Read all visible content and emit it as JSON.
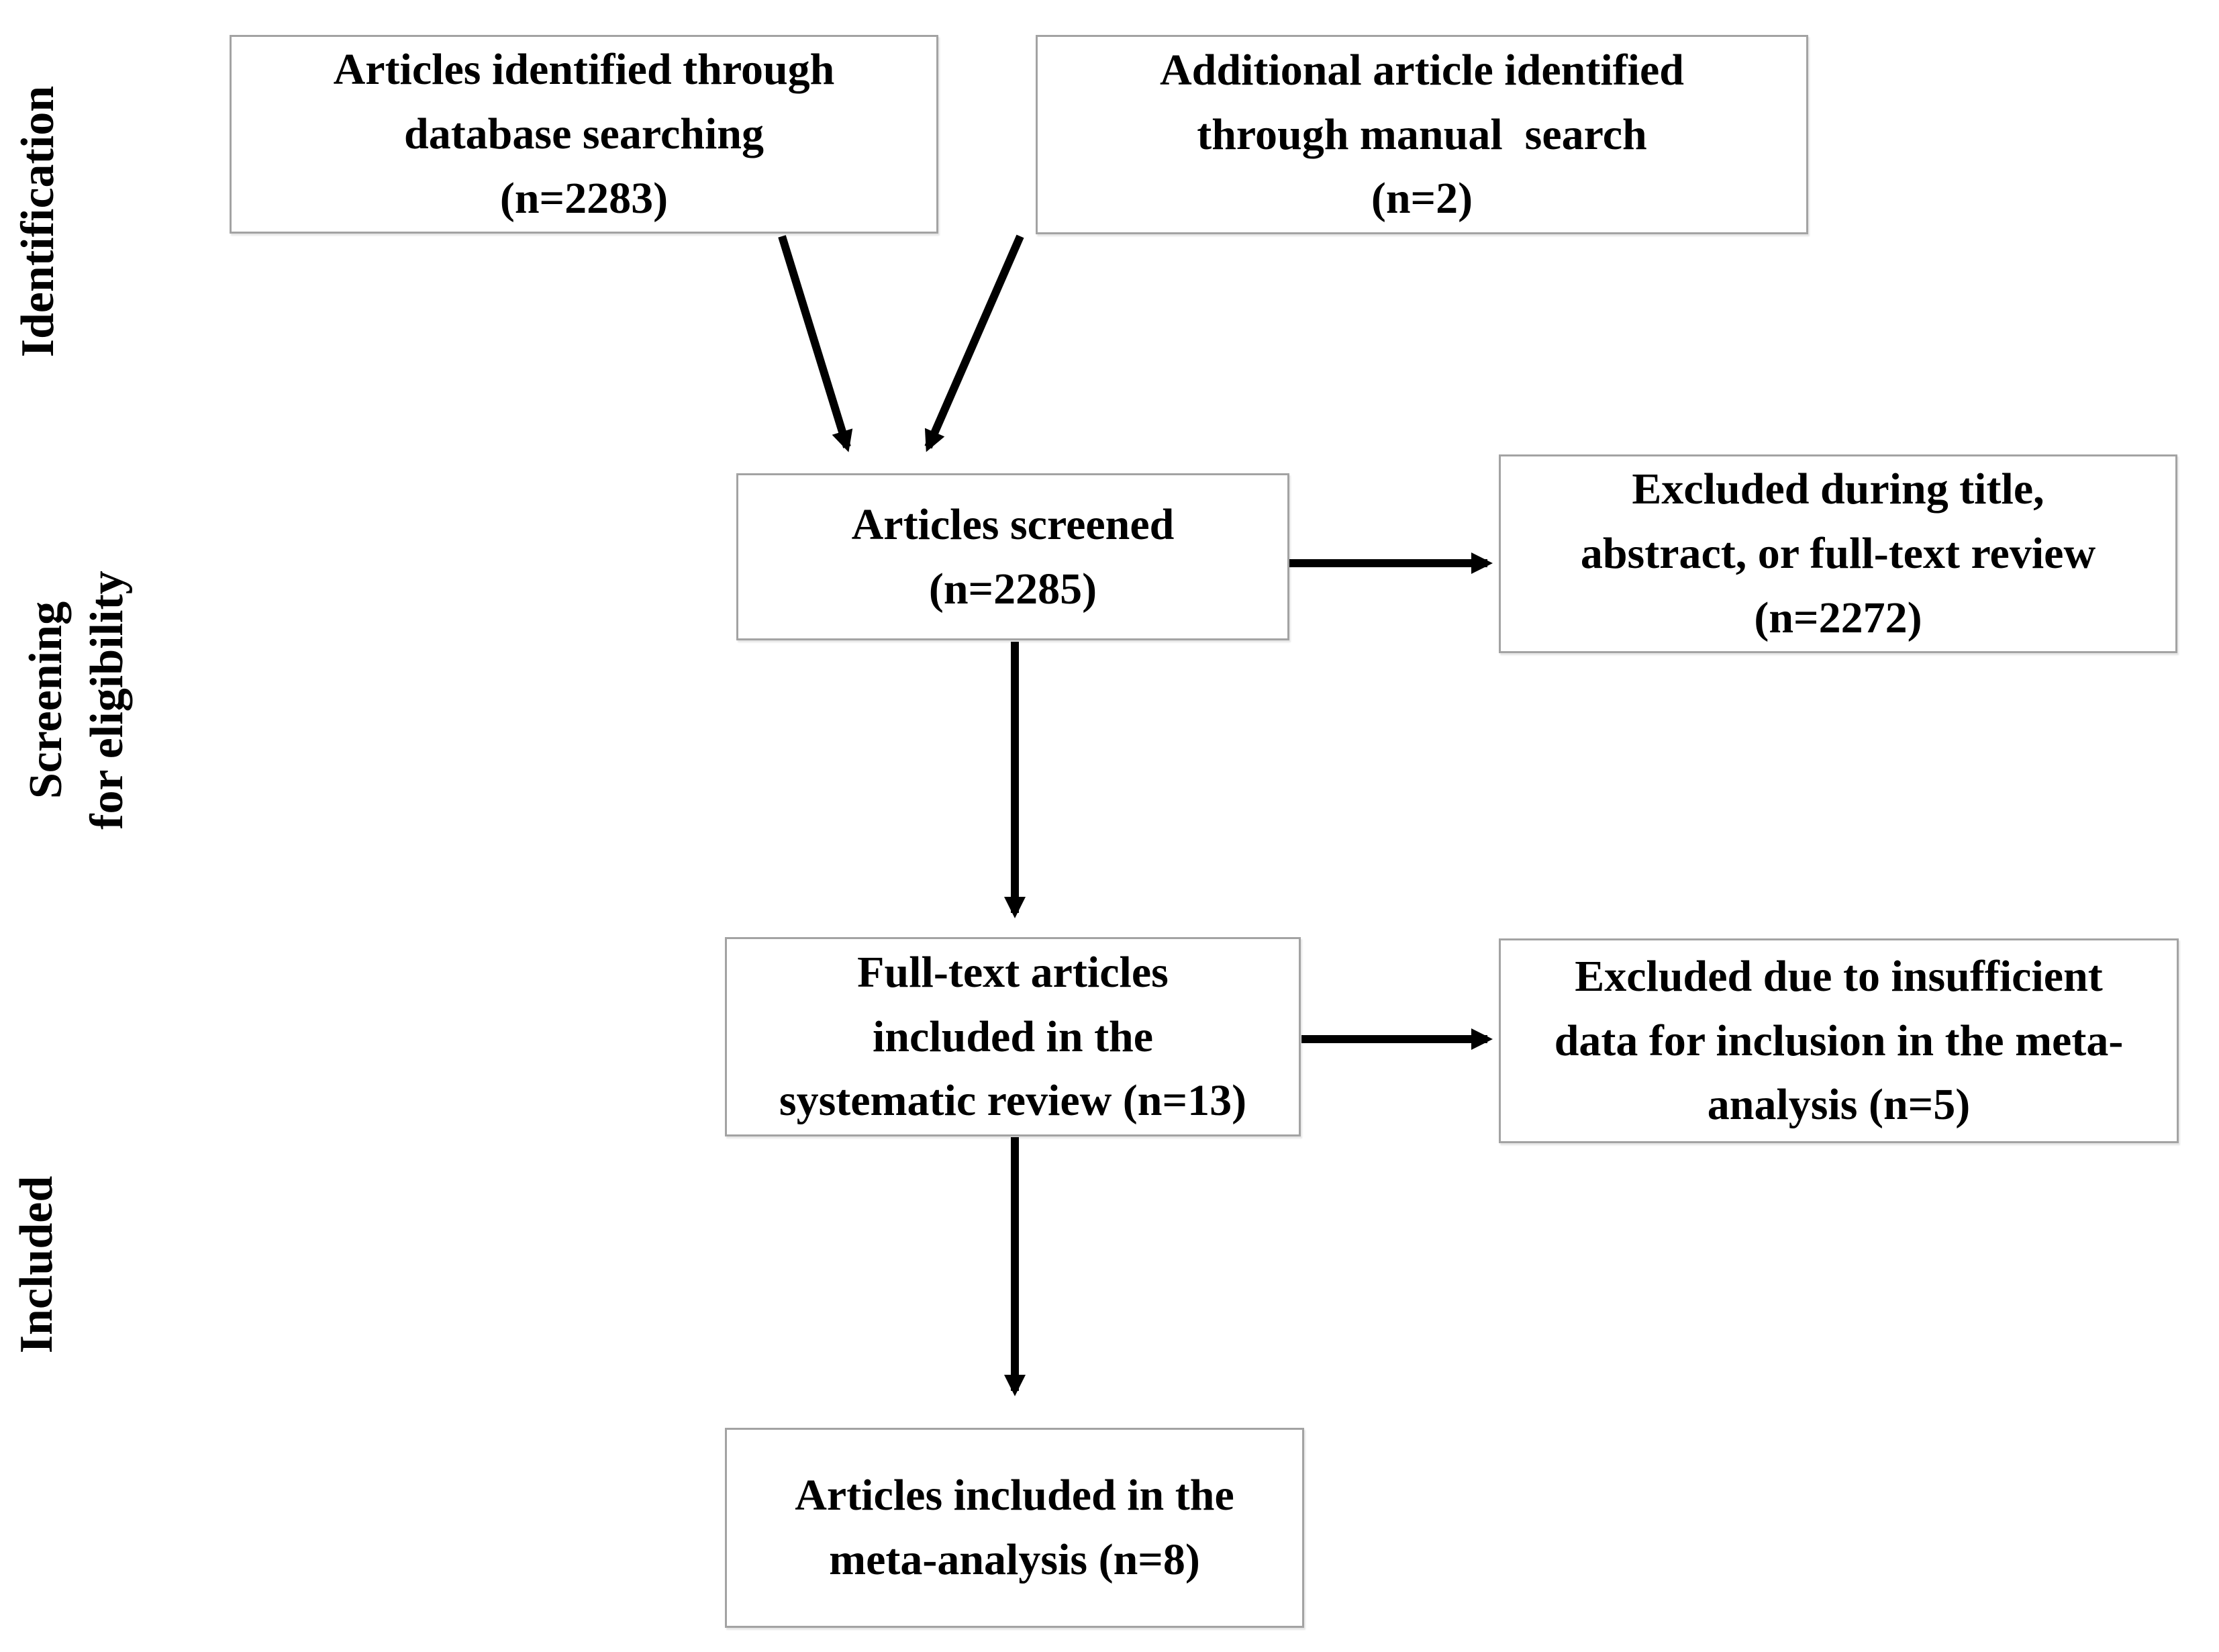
{
  "figure": {
    "kind": "prisma-flow-diagram",
    "colors": {
      "background": "#ffffff",
      "box_border": "#a3a3a3",
      "text": "#000000",
      "arrow": "#000000"
    },
    "stage_labels": [
      {
        "id": "identification",
        "lines": [
          "Identification"
        ]
      },
      {
        "id": "screening-for-eligibility",
        "lines": [
          "Screening",
          "for eligibility"
        ]
      },
      {
        "id": "included",
        "lines": [
          "Included"
        ]
      }
    ],
    "boxes": [
      {
        "id": "database-search",
        "n": 2283,
        "lines": [
          "Articles identified through",
          "database searching",
          "(n=2283)"
        ]
      },
      {
        "id": "manual-search",
        "n": 2,
        "lines": [
          "Additional article identified",
          "through manual  search",
          "(n=2)"
        ]
      },
      {
        "id": "screened",
        "n": 2285,
        "lines": [
          "Articles screened",
          "(n=2285)"
        ]
      },
      {
        "id": "excluded-screening",
        "n": 2272,
        "lines": [
          "Excluded during title,",
          "abstract, or full-text review",
          "(n=2272)"
        ]
      },
      {
        "id": "full-text-included",
        "n": 13,
        "lines": [
          "Full-text articles",
          "included in the",
          "systematic review (n=13)"
        ]
      },
      {
        "id": "excluded-meta",
        "n": 5,
        "lines": [
          "Excluded due to insufficient",
          "data for inclusion in the meta-",
          "analysis (n=5)"
        ]
      },
      {
        "id": "included-meta",
        "n": 8,
        "lines": [
          "Articles included in the",
          "meta-analysis (n=8)"
        ]
      }
    ]
  }
}
